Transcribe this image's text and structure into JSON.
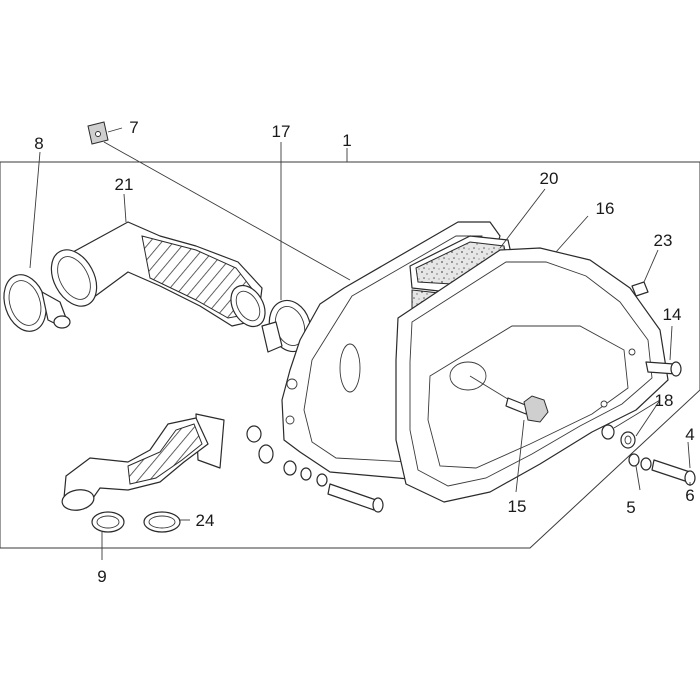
{
  "diagram": {
    "callouts": [
      {
        "key": "c1",
        "label": "1"
      },
      {
        "key": "c4",
        "label": "4"
      },
      {
        "key": "c5",
        "label": "5"
      },
      {
        "key": "c6",
        "label": "6"
      },
      {
        "key": "c7",
        "label": "7"
      },
      {
        "key": "c8",
        "label": "8"
      },
      {
        "key": "c9",
        "label": "9"
      },
      {
        "key": "c14",
        "label": "14"
      },
      {
        "key": "c15",
        "label": "15"
      },
      {
        "key": "c16",
        "label": "16"
      },
      {
        "key": "c17",
        "label": "17"
      },
      {
        "key": "c18",
        "label": "18"
      },
      {
        "key": "c20",
        "label": "20"
      },
      {
        "key": "c21",
        "label": "21"
      },
      {
        "key": "c23",
        "label": "23"
      },
      {
        "key": "c24",
        "label": "24"
      }
    ],
    "colors": {
      "line": "#2b2b2b",
      "background": "#ffffff",
      "shade": "#cfcfcf"
    }
  }
}
